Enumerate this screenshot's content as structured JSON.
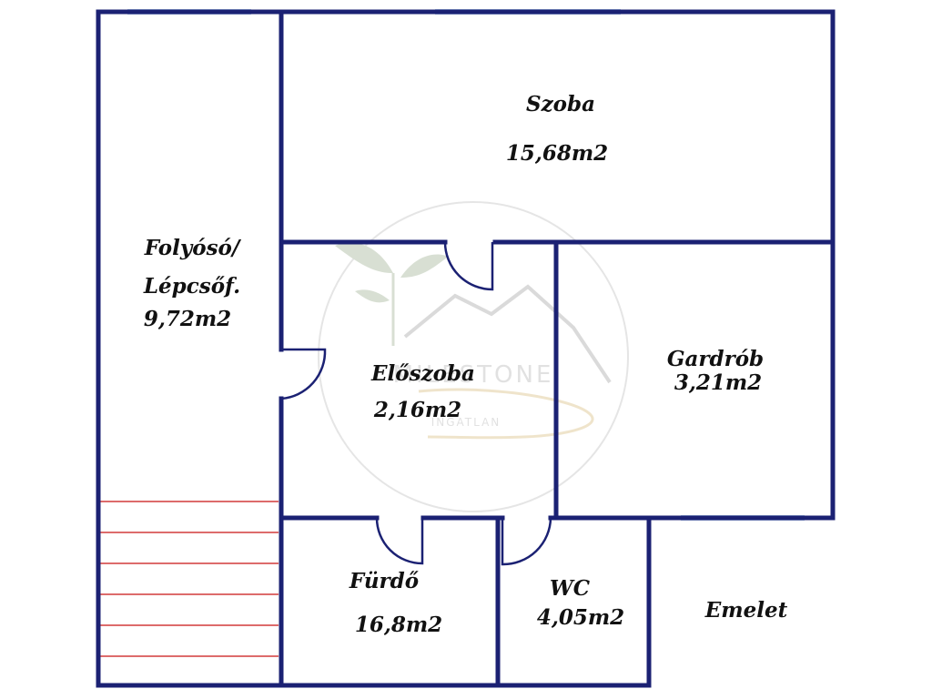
{
  "colors": {
    "wall": "#1b2173",
    "window": "#a8c4e6",
    "stairs": "#d23a3a",
    "watermark": "#cfcfcf",
    "text": "#111111"
  },
  "rooms": {
    "szoba": {
      "name": "Szoba",
      "area": "15,68m2"
    },
    "folyoso": {
      "name_line1": "Folyósó/",
      "name_line2": "Lépcsőf.",
      "area": "9,72m2"
    },
    "eloszoba": {
      "name": "Előszoba",
      "area": "2,16m2"
    },
    "gardrob": {
      "name": "Gardrób",
      "area": "3,21m2"
    },
    "furdo": {
      "name": "Fürdő",
      "area": "16,8m2"
    },
    "wc": {
      "name": "WC",
      "area": "4,05m2"
    }
  },
  "floor_label": "Emelet",
  "watermark": {
    "brand": "MILESTONE",
    "sub": "INGATLAN"
  }
}
